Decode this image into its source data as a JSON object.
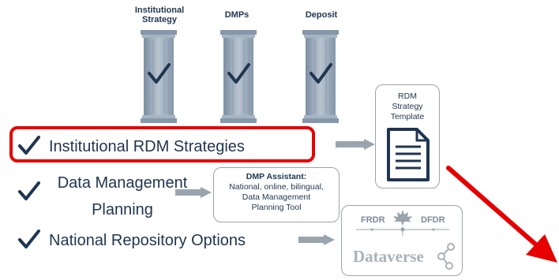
{
  "pillars": [
    {
      "title_line1": "Institutional",
      "title_line2": "Strategy",
      "icon": "check-icon"
    },
    {
      "title_line1": "DMPs",
      "title_line2": "",
      "icon": "check-icon"
    },
    {
      "title_line1": "Deposit",
      "title_line2": "",
      "icon": "check-icon"
    }
  ],
  "items": [
    {
      "label": "Institutional RDM Strategies"
    },
    {
      "label_line1": "Data Management",
      "label_line2": "Planning"
    },
    {
      "label": "National Repository Options"
    }
  ],
  "template_box": {
    "line1": "RDM",
    "line2": "Strategy",
    "line3": "Template",
    "icon": "document-icon"
  },
  "dmp_box": {
    "title": "DMP Assistant:",
    "line1": "National, online, bilingual,",
    "line2": "Data Management",
    "line3": "Planning Tool"
  },
  "repo_box": {
    "left_label": "FRDR",
    "right_label": "DFDR",
    "name": "Dataverse",
    "icon": "maple-leaf-icon"
  },
  "colors": {
    "accent": "#e60000",
    "text": "#1f3550",
    "pillar": "#9aa9bb",
    "arrow": "#9aa4ae"
  }
}
